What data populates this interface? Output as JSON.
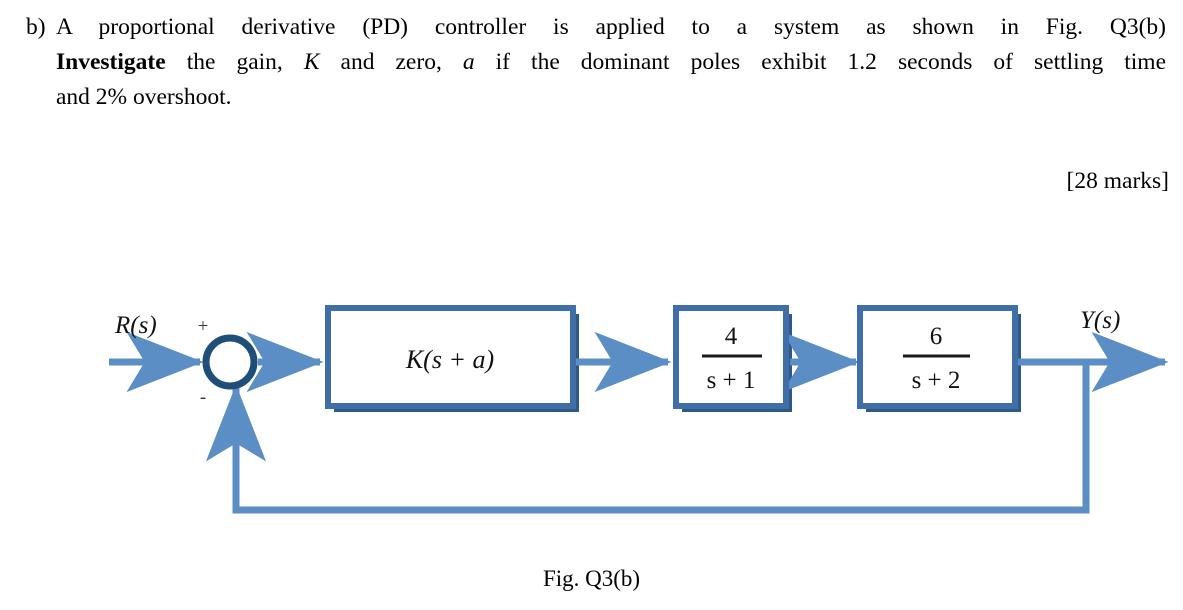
{
  "question": {
    "marker": "b)",
    "line1": "A  proportional  derivative  (PD)  controller  is  applied  to  a  system  as  shown  in  Fig.  Q3(b)",
    "line2_bold": "Investigate",
    "line2_rest_a": " the gain, ",
    "line2_K": "K",
    "line2_rest_b": " and zero, ",
    "line2_a": "a",
    "line2_rest_c": " if the dominant poles exhibit 1.2 seconds of settling time",
    "line3": "and 2% overshoot.",
    "marks": "[28 marks]"
  },
  "diagram": {
    "input_label": "R(s)",
    "output_label": "Y(s)",
    "summing_plus": "+",
    "summing_minus": "-",
    "blocks": [
      {
        "name": "controller",
        "label": "K(s + a)",
        "type": "plain"
      },
      {
        "name": "plant-1",
        "numerator": "4",
        "denominator": "s + 1",
        "type": "fraction"
      },
      {
        "name": "plant-2",
        "numerator": "6",
        "denominator": "s + 2",
        "type": "fraction"
      }
    ],
    "colors": {
      "block_border": "#3f6fa6",
      "block_shadow": "#2e5a88",
      "line": "#5b8ec4",
      "summing_circle": "#1f4e79",
      "block_fill": "#ffffff"
    }
  },
  "caption": "Fig. Q3(b)"
}
